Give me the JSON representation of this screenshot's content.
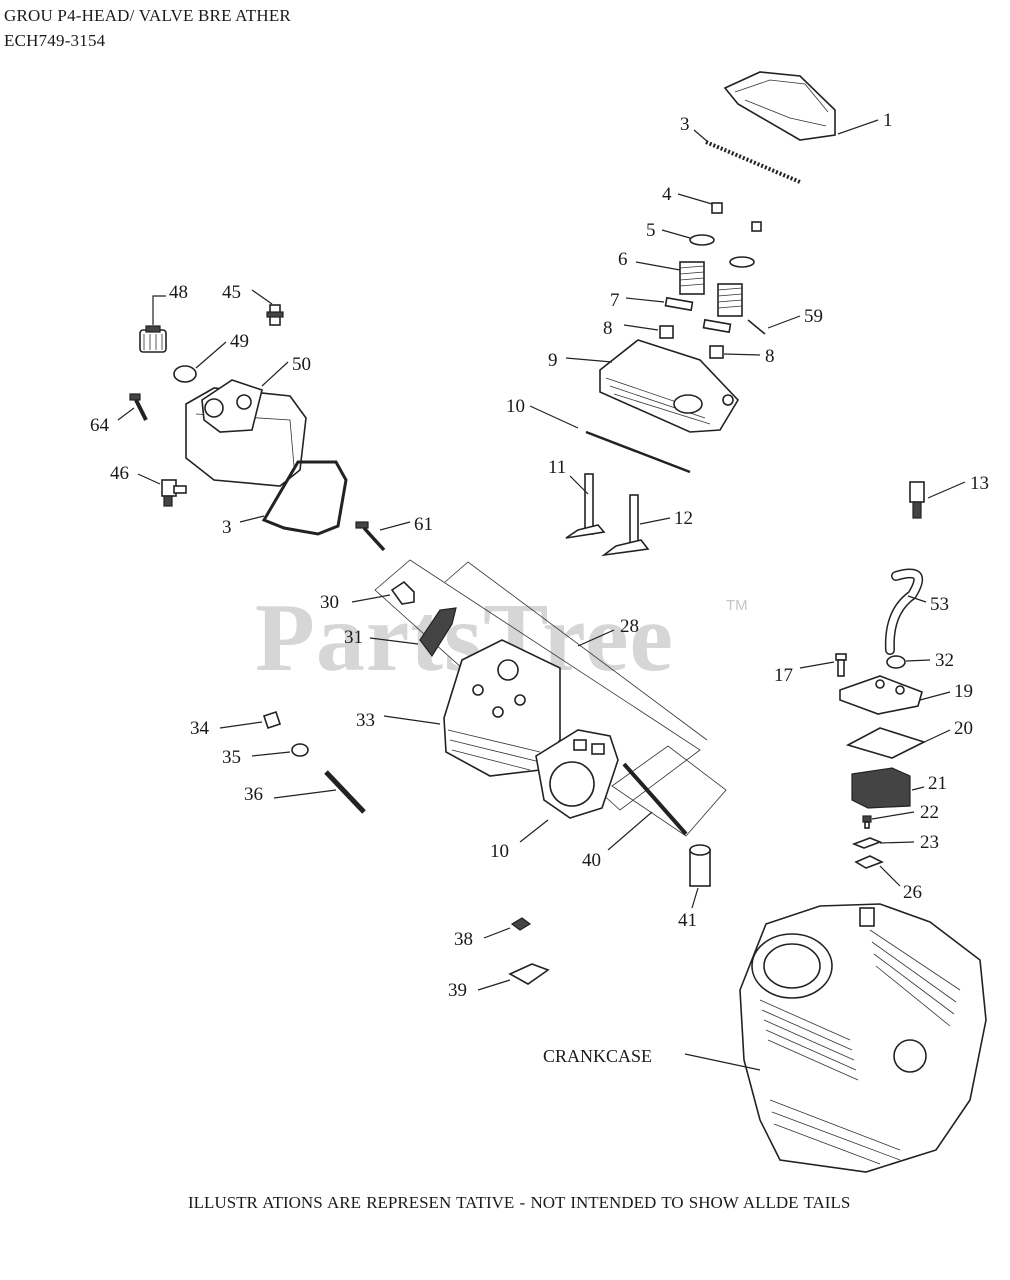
{
  "header": {
    "line1": "GROU P4-HEAD/  VALVE BRE ATHER",
    "line2": "ECH749-3154"
  },
  "footer": {
    "text": "ILLUSTR ATIONS  ARE REPRESEN   TATIVE - NOT INTENDED  TO SHOW  ALLDE TAILS"
  },
  "watermark": {
    "brand": "PartsTree",
    "tm": "TM"
  },
  "callouts": {
    "c1": "1",
    "c3a": "3",
    "c4": "4",
    "c5": "5",
    "c6": "6",
    "c7": "7",
    "c8a": "8",
    "c8b": "8",
    "c9": "9",
    "c10a": "10",
    "c11": "11",
    "c12": "12",
    "c59": "59",
    "c13": "13",
    "c53": "53",
    "c17": "17",
    "c32": "32",
    "c19": "19",
    "c20": "20",
    "c21": "21",
    "c22": "22",
    "c23": "23",
    "c26": "26",
    "c48": "48",
    "c45": "45",
    "c49": "49",
    "c50": "50",
    "c64": "64",
    "c46": "46",
    "c3b": "3",
    "c61": "61",
    "c30": "30",
    "c31": "31",
    "c28": "28",
    "c33": "33",
    "c34": "34",
    "c35": "35",
    "c36": "36",
    "c10b": "10",
    "c40": "40",
    "c41": "41",
    "c38": "38",
    "c39": "39"
  },
  "crankcase_label": "CRANKCASE"
}
